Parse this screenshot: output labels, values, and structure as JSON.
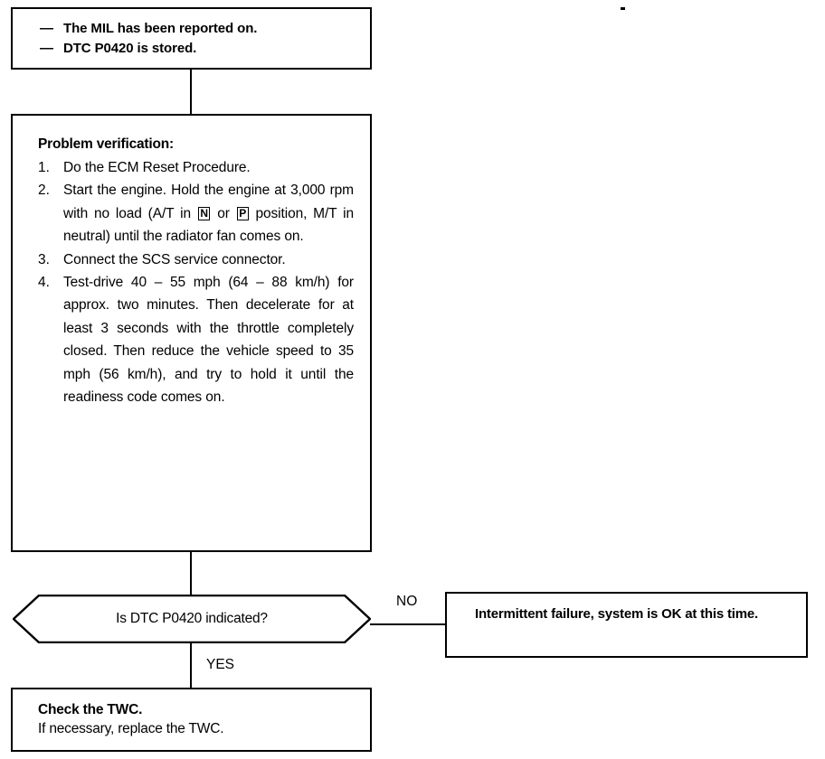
{
  "document": {
    "type": "troubleshooting-flowchart",
    "dtc": "P0420"
  },
  "symptom_box": {
    "dash": "—",
    "items": [
      "The MIL has been reported on.",
      "DTC P0420 is stored."
    ]
  },
  "verification_box": {
    "title": "Problem verification:",
    "steps": [
      {
        "num": "1.",
        "text": "Do the ECM Reset Procedure."
      },
      {
        "num": "2.",
        "text_before_n": "Start the engine. Hold the engine at 3,000 rpm with no load (A/T in ",
        "gear_n": "N",
        "text_between": " or ",
        "gear_p": "P",
        "text_after": " position, M/T in neutral) until the radiator fan comes on."
      },
      {
        "num": "3.",
        "text": "Connect the SCS service connector."
      },
      {
        "num": "4.",
        "text": "Test-drive 40 – 55 mph (64 – 88 km/h) for approx. two minutes. Then decelerate for at least 3 seconds with the throttle completely closed. Then reduce the vehicle speed to 35 mph (56 km/h), and try to hold it until the readiness code comes on."
      }
    ]
  },
  "decision": {
    "question": "Is DTC P0420 indicated?"
  },
  "branches": {
    "no_label": "NO",
    "yes_label": "YES"
  },
  "intermittent_box": {
    "text": "Intermittent failure, system is OK at this time."
  },
  "twc_box": {
    "title": "Check the TWC.",
    "subtitle": "If necessary, replace the TWC."
  },
  "colors": {
    "ink": "#000000",
    "paper": "#ffffff"
  }
}
